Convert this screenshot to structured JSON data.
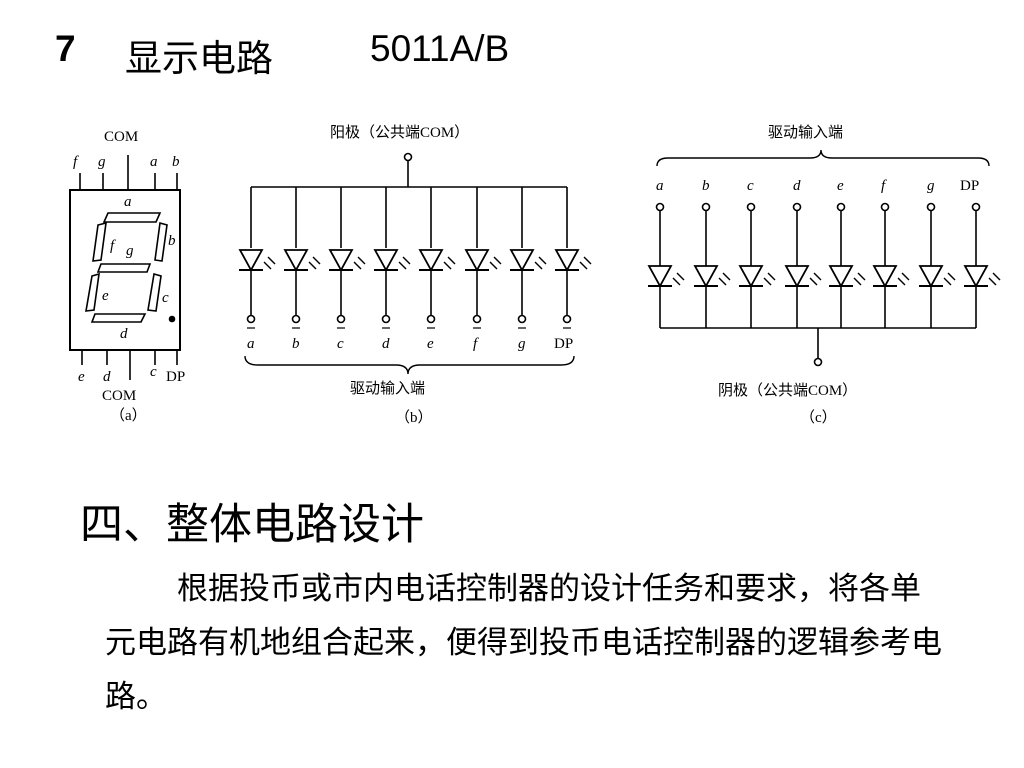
{
  "header": {
    "number": "7",
    "title": "显示电路",
    "model": "5011A/B"
  },
  "figure": {
    "a": {
      "com_top": "COM",
      "pins_top": [
        "f",
        "g",
        "a",
        "b"
      ],
      "segments": [
        "a",
        "f",
        "g",
        "b",
        "e",
        "c",
        "d"
      ],
      "pins_bottom": [
        "e",
        "d",
        "c",
        "DP"
      ],
      "com_bottom": "COM",
      "caption": "（a）"
    },
    "b": {
      "common_label": "阳极（公共端COM）",
      "inputs": [
        "a",
        "b",
        "c",
        "d",
        "e",
        "f",
        "g",
        "DP"
      ],
      "drive_label": "驱动输入端",
      "caption": "（b）"
    },
    "c": {
      "drive_label": "驱动输入端",
      "inputs": [
        "a",
        "b",
        "c",
        "d",
        "e",
        "f",
        "g",
        "DP"
      ],
      "common_label": "阴极（公共端COM）",
      "caption": "（c）"
    }
  },
  "section": {
    "heading": "四、整体电路设计",
    "paragraph": "根据投币或市内电话控制器的设计任务和要求，将各单元电路有机地组合起来，便得到投币电话控制器的逻辑参考电路。"
  }
}
